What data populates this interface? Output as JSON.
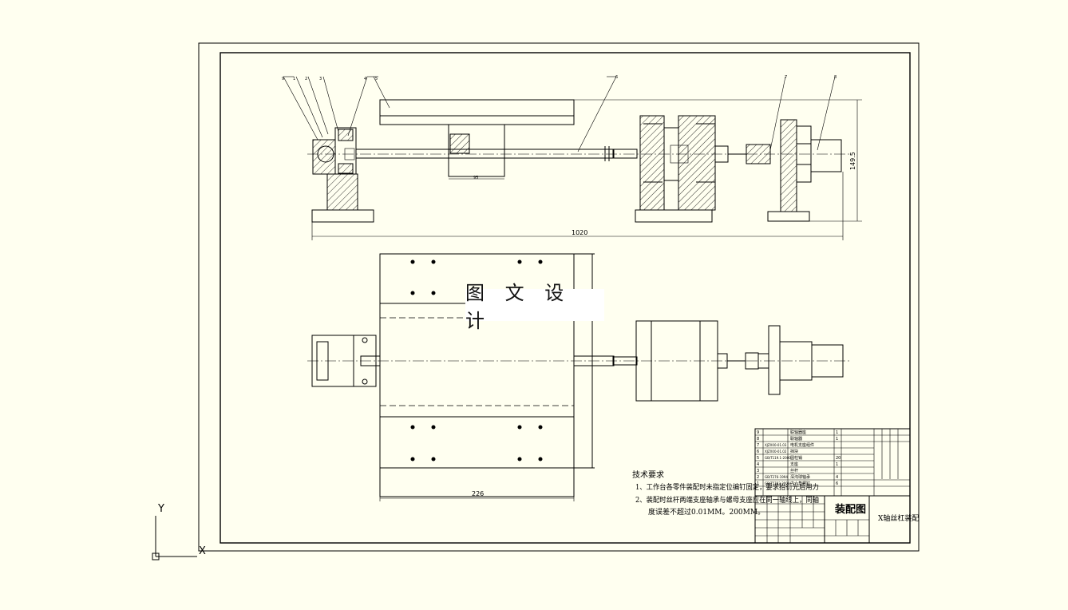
{
  "watermark": "图 文 设 计",
  "ucs": {
    "y_label": "Y",
    "x_label": "X"
  },
  "dimensions": {
    "overall_length": "1020",
    "height": "149.5",
    "table_width": "226",
    "nut_width": "95"
  },
  "balloons": [
    "1",
    "2",
    "3",
    "4",
    "5",
    "6",
    "7",
    "8",
    "9"
  ],
  "tech_requirements": {
    "heading": "技术要求",
    "line1": "1、工作台各零件装配时未指定位编钉固定，要求抬衍光后用力",
    "line2": "2、装配时丝杆两端支座轴承与螺母支座应在同一轴线上，同轴",
    "line3": "度误差不超过0.01MM。200MM。"
  },
  "bom_rows": [
    {
      "no": "9",
      "code": "",
      "name": "联轴器座",
      "qty": "1"
    },
    {
      "no": "8",
      "code": "",
      "name": "联轴器",
      "qty": "1"
    },
    {
      "no": "7",
      "code": "XJZX00-01.03",
      "name": "电机支座组件",
      "qty": ""
    },
    {
      "no": "6",
      "code": "XJZX00-01.02",
      "name": "挡块",
      "qty": ""
    },
    {
      "no": "5",
      "code": "GB/T119.1-2000",
      "name": "圆柱销",
      "qty": "20"
    },
    {
      "no": "4",
      "code": "",
      "name": "支座",
      "qty": "1"
    },
    {
      "no": "3",
      "code": "",
      "name": "丝杆",
      "qty": ""
    },
    {
      "no": "2",
      "code": "GB/T276-1994",
      "name": "深沟球轴承",
      "qty": "4"
    },
    {
      "no": "1",
      "code": "GB/T5783-2000",
      "name": "内六角螺钉",
      "qty": "6"
    }
  ],
  "title_block": {
    "drawing_type": "装配图",
    "drawing_name": "X轴丝杠装配"
  }
}
